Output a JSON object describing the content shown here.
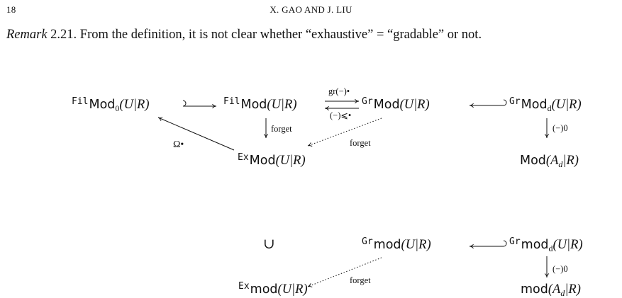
{
  "header": {
    "page_number": "18",
    "running_title": "X. GAO AND J. LIU"
  },
  "remark": {
    "label": "Remark",
    "number": "2.21.",
    "text": "From the definition, it is not clear whether “exhaustive” = “gradable” or not."
  },
  "diagram1": {
    "filmod0": {
      "pre": "Fil",
      "main": "Mod",
      "sub": "0",
      "arg": "(U|R)"
    },
    "filmod": {
      "pre": "Fil",
      "main": "Mod",
      "arg": "(U|R)"
    },
    "grmod": {
      "pre": "Gr",
      "main": "Mod",
      "arg": "(U|R)"
    },
    "grmodd": {
      "pre": "Gr",
      "main": "Mod",
      "sub": "d",
      "arg": "(U|R)"
    },
    "exmod": {
      "pre": "Ex",
      "main": "Mod",
      "arg": "(U|R)"
    },
    "modad": {
      "main": "Mod",
      "arg": "(A",
      "sub": "d",
      "arg2": "|R)"
    },
    "labels": {
      "gr": "gr(−)•",
      "le": "(−)⩽•",
      "forget_down": "forget",
      "forget_diag": "forget",
      "omega": "Ω•",
      "deg0": "(−)0"
    }
  },
  "diagram2": {
    "cup": "∪",
    "grmod": {
      "pre": "Gr",
      "main": "mod",
      "arg": "(U|R)"
    },
    "grmodd": {
      "pre": "Gr",
      "main": "mod",
      "sub": "d",
      "arg": "(U|R)"
    },
    "exmod": {
      "pre": "Ex",
      "main": "mod",
      "arg": "(U|R)"
    },
    "modad": {
      "main": "mod",
      "arg": "(A",
      "sub": "d",
      "arg2": "|R)"
    },
    "labels": {
      "forget_diag": "forget",
      "deg0": "(−)0"
    }
  }
}
